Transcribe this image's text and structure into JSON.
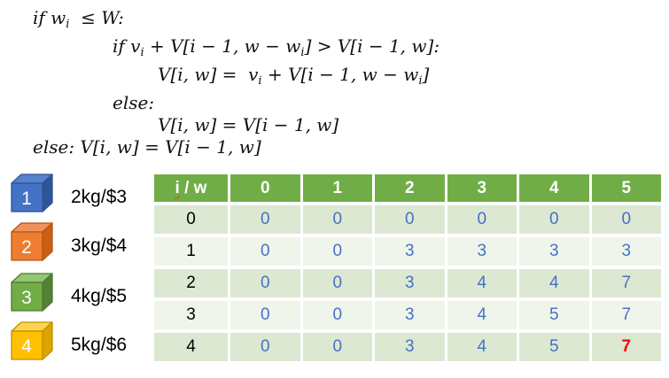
{
  "pseudocode": {
    "lines": [
      {
        "indent": 0,
        "segments": [
          {
            "t": "if w"
          },
          {
            "t": "i",
            "sub": true
          },
          {
            "t": "  ≤ W:"
          }
        ]
      },
      {
        "indent": 1,
        "segments": [
          {
            "t": "if v"
          },
          {
            "t": "i",
            "sub": true
          },
          {
            "t": " + V[i − 1, w − w"
          },
          {
            "t": "i",
            "sub": true
          },
          {
            "t": "] > V[i − 1, w]:"
          }
        ]
      },
      {
        "indent": 2,
        "segments": [
          {
            "t": "V[i, w] =  v"
          },
          {
            "t": "i",
            "sub": true
          },
          {
            "t": " + V[i − 1, w − w"
          },
          {
            "t": "i",
            "sub": true
          },
          {
            "t": "]"
          }
        ]
      },
      {
        "indent": 1,
        "segments": [
          {
            "t": "else:"
          }
        ]
      },
      {
        "indent": 2,
        "segments": [
          {
            "t": "V[i, w] = V[i − 1, w]"
          }
        ]
      },
      {
        "indent": 0,
        "segments": [
          {
            "t": "else: V[i, w] = V[i − 1, w]"
          }
        ]
      }
    ]
  },
  "items": [
    {
      "number": "1",
      "label": "2kg/$3",
      "front": "#4472C4",
      "top": "#5483CC",
      "side": "#2E5597",
      "stroke": "#2E5395"
    },
    {
      "number": "2",
      "label": "3kg/$4",
      "front": "#ED7D31",
      "top": "#F0925B",
      "side": "#CB5F13",
      "stroke": "#B65511"
    },
    {
      "number": "3",
      "label": "4kg/$5",
      "front": "#70AD47",
      "top": "#93C671",
      "side": "#538135",
      "stroke": "#4E7A31"
    },
    {
      "number": "4",
      "label": "5kg/$6",
      "front": "#FFC000",
      "top": "#FFD34F",
      "side": "#DDA500",
      "stroke": "#BF9000"
    }
  ],
  "table": {
    "corner_typo": "i",
    "corner_rest": " / w",
    "col_headers": [
      "0",
      "1",
      "2",
      "3",
      "4",
      "5"
    ],
    "rows": [
      {
        "label": "0",
        "values": [
          "0",
          "0",
          "0",
          "0",
          "0",
          "0"
        ]
      },
      {
        "label": "1",
        "values": [
          "0",
          "0",
          "3",
          "3",
          "3",
          "3"
        ]
      },
      {
        "label": "2",
        "values": [
          "0",
          "0",
          "3",
          "4",
          "4",
          "7"
        ]
      },
      {
        "label": "3",
        "values": [
          "0",
          "0",
          "3",
          "4",
          "5",
          "7"
        ]
      },
      {
        "label": "4",
        "values": [
          "0",
          "0",
          "3",
          "4",
          "5",
          "7"
        ]
      }
    ],
    "highlight": {
      "row": 4,
      "col": 5,
      "color": "#FF0000"
    }
  },
  "colors": {
    "header_green": "#70AD47",
    "band_dark": "#DCE8D2",
    "band_light": "#F0F5EC",
    "value_blue": "#4472C4",
    "highlight_red": "#FF0000",
    "spellcheck_red": "#E03030"
  }
}
